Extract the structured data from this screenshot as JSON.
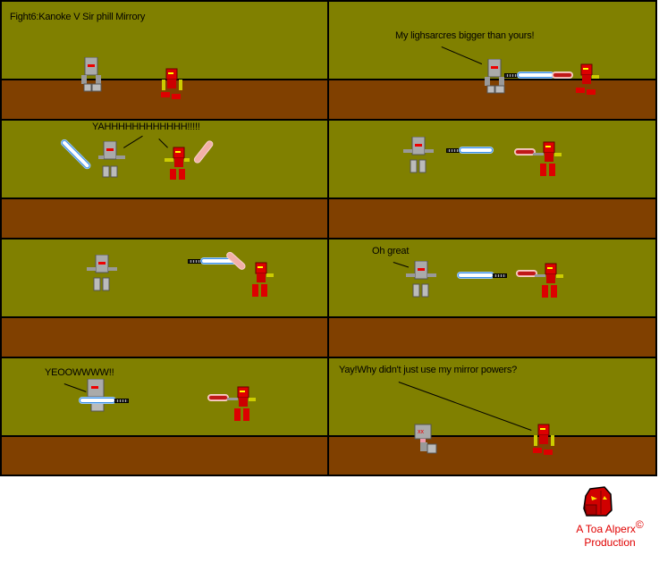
{
  "title": "Fight6:Kanoke V Sir phill Mirrory",
  "colors": {
    "sky": "#808000",
    "ground": "#804000",
    "border": "#000000",
    "credit_text": "#e00000",
    "blue_saber": "#3a8ee6",
    "red_saber": "#c01818"
  },
  "panels": [
    {
      "id": 1,
      "caption": "Fight6:Kanoke V Sir phill Mirrory",
      "dialogue": null
    },
    {
      "id": 2,
      "caption": null,
      "dialogue": "My lighsarcres bigger than yours!"
    },
    {
      "id": 3,
      "caption": null,
      "dialogue": "YAHHHHHHHHHHHH!!!!!"
    },
    {
      "id": 4,
      "caption": null,
      "dialogue": null
    },
    {
      "id": 5,
      "caption": null,
      "dialogue": null
    },
    {
      "id": 6,
      "caption": null,
      "dialogue": "Oh great"
    },
    {
      "id": 7,
      "caption": null,
      "dialogue": "YEOOWWWW!!"
    },
    {
      "id": 8,
      "caption": null,
      "dialogue": "Yay!Why didn't just use my mirror powers?"
    }
  ],
  "credit": {
    "line1": "A Toa Alperx",
    "symbol": "©",
    "line2": "Production"
  }
}
